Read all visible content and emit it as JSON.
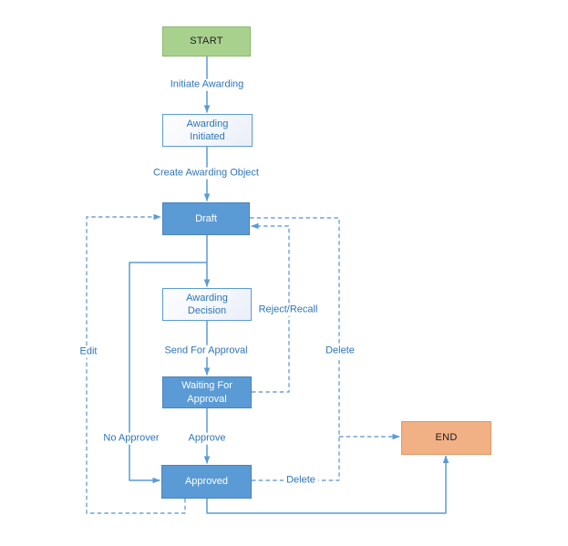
{
  "diagram": {
    "type": "flowchart",
    "background": "#ffffff",
    "colors": {
      "connector": "#5b9bd5",
      "connector_dashed": "#6ea2d8",
      "edge_label_text": "#2e75b6",
      "start_fill": "#a9d18e",
      "start_border": "#8ab96c",
      "end_fill": "#f2b085",
      "end_border": "#df9a68",
      "state_fill": "#5b9bd5",
      "state_text": "#ffffff",
      "light_state_fill": "#ffffff",
      "light_state_text": "#2e75b6"
    },
    "nodes": {
      "start": "START",
      "awarding_initiated": "Awarding Initiated",
      "draft": "Draft",
      "awarding_decision": "Awarding Decision",
      "waiting_for_approval": "Waiting For Approval",
      "approved": "Approved",
      "end": "END"
    },
    "edge_labels": {
      "initiate_awarding": "Initiate Awarding",
      "create_awarding_object": "Create Awarding Object",
      "reject_recall": "Reject/Recall",
      "send_for_approval": "Send For Approval",
      "edit": "Edit",
      "delete_from_draft": "Delete",
      "no_approver": "No Approver",
      "approve": "Approve",
      "delete_from_approved": "Delete"
    },
    "edges": [
      {
        "from": "start",
        "to": "awarding_initiated",
        "label": "Initiate Awarding",
        "style": "solid"
      },
      {
        "from": "awarding_initiated",
        "to": "draft",
        "label": "Create Awarding Object",
        "style": "solid"
      },
      {
        "from": "draft",
        "to": "awarding_decision",
        "label": "",
        "style": "solid"
      },
      {
        "from": "awarding_decision",
        "to": "waiting_for_approval",
        "label": "Send For Approval",
        "style": "solid"
      },
      {
        "from": "waiting_for_approval",
        "to": "approved",
        "label": "Approve",
        "style": "solid"
      },
      {
        "from": "draft",
        "to": "approved",
        "label": "No Approver",
        "style": "solid"
      },
      {
        "from": "approved",
        "to": "end",
        "label": "",
        "style": "solid"
      },
      {
        "from": "approved",
        "to": "draft",
        "label": "Edit",
        "style": "dashed"
      },
      {
        "from": "waiting_for_approval",
        "to": "draft",
        "label": "Reject/Recall",
        "style": "dashed"
      },
      {
        "from": "draft",
        "to": "end",
        "label": "Delete",
        "style": "dashed"
      },
      {
        "from": "approved",
        "to": "end",
        "label": "Delete",
        "style": "dashed"
      }
    ]
  }
}
